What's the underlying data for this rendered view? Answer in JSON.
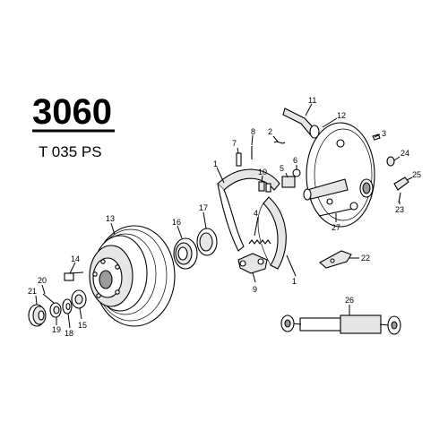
{
  "header": {
    "code": "3060",
    "subtitle": "T 035 PS"
  },
  "callouts": {
    "c1a": "1",
    "c1b": "1",
    "c2": "2",
    "c3": "3",
    "c4": "4",
    "c5": "5",
    "c6": "6",
    "c7": "7",
    "c8": "8",
    "c9": "9",
    "c10": "10",
    "c11": "11",
    "c12": "12",
    "c13": "13",
    "c14": "14",
    "c15": "15",
    "c16": "16",
    "c17": "17",
    "c18": "18",
    "c19": "19",
    "c20": "20",
    "c21": "21",
    "c22": "22",
    "c23": "23",
    "c24": "24",
    "c25": "25",
    "c26": "26",
    "c27": "27"
  }
}
